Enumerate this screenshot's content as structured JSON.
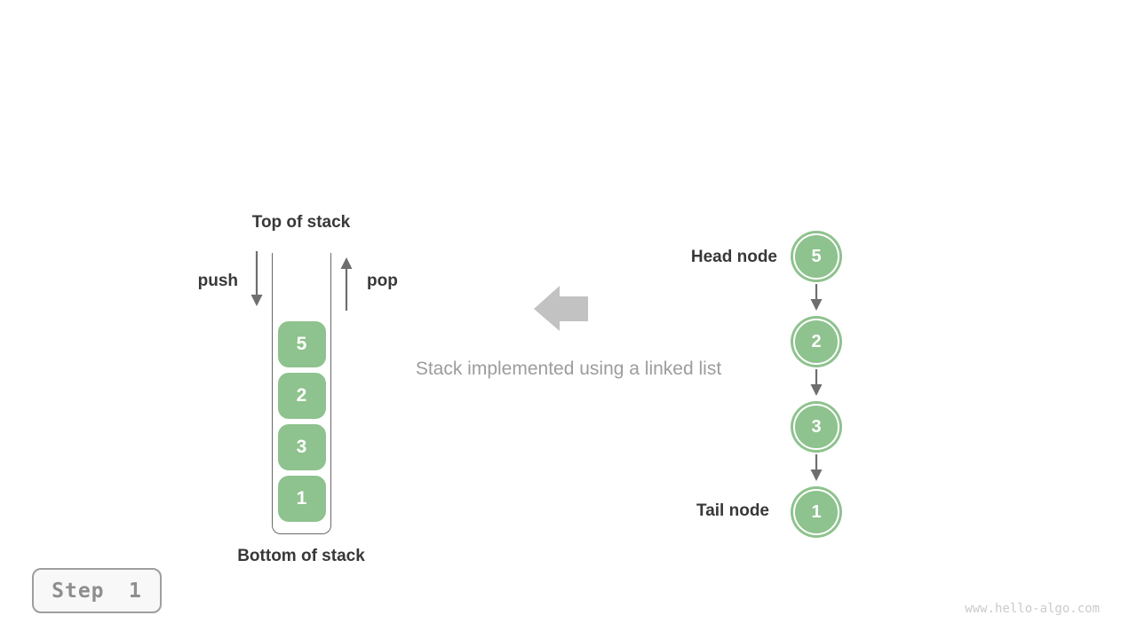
{
  "stack_panel": {
    "top_label": "Top of stack",
    "bottom_label": "Bottom of stack",
    "push_label": "push",
    "pop_label": "pop",
    "items": [
      "5",
      "2",
      "3",
      "1"
    ]
  },
  "caption": {
    "text": "Stack implemented using a linked list"
  },
  "linked_list": {
    "head_label": "Head node",
    "tail_label": "Tail node",
    "nodes": [
      "5",
      "2",
      "3",
      "1"
    ]
  },
  "step_badge": {
    "label": "Step 1"
  },
  "watermark": {
    "text": "www.hello-algo.com"
  },
  "colors": {
    "page_bg": "#ffffff",
    "node_green": "#8ec28e",
    "arrow_gray": "#6e6e6e",
    "block_arrow_gray": "#c2c2c2",
    "label_dark": "#383838",
    "caption_gray": "#9c9c9c",
    "badge_text": "#8e8e8e",
    "watermark_gray": "#cbcbcb"
  }
}
